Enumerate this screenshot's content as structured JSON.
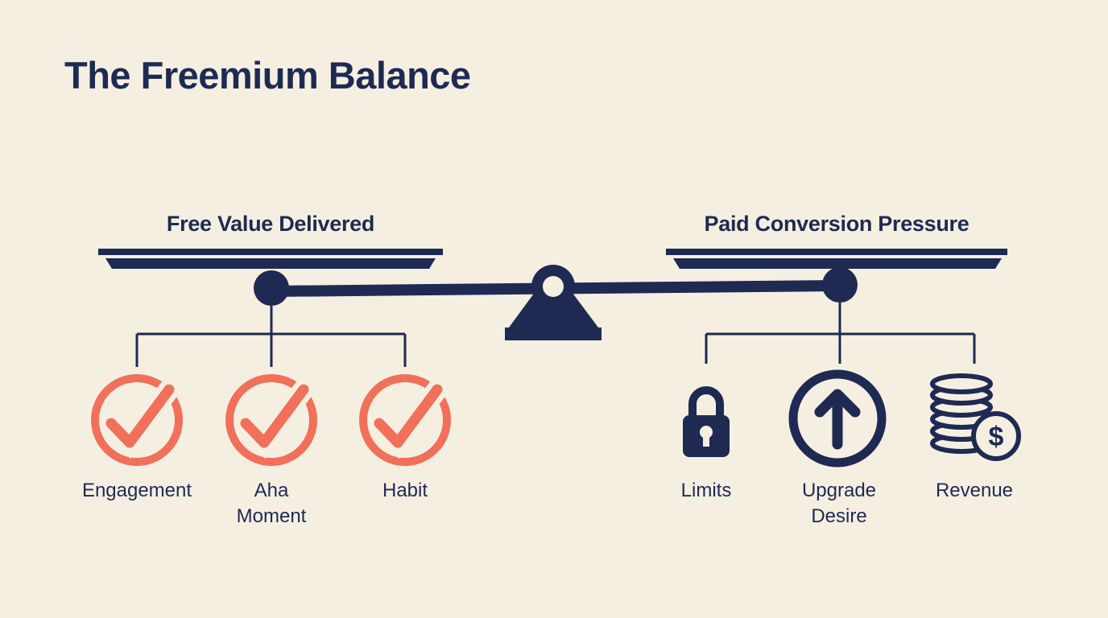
{
  "title": "The Freemium Balance",
  "left": {
    "label": "Free Value Delivered",
    "items": [
      {
        "label": "Engagement",
        "icon": "check-circle-icon"
      },
      {
        "label": "Aha Moment",
        "icon": "check-circle-icon"
      },
      {
        "label": "Habit",
        "icon": "check-circle-icon"
      }
    ]
  },
  "right": {
    "label": "Paid Conversion Pressure",
    "items": [
      {
        "label": "Limits",
        "icon": "lock-icon"
      },
      {
        "label": "Upgrade Desire",
        "icon": "arrow-up-circle-icon"
      },
      {
        "label": "Revenue",
        "icon": "coin-stack-dollar-icon"
      }
    ]
  },
  "icons": {
    "revenue_currency_symbol": "$"
  },
  "colors": {
    "background": "#f5efe2",
    "navy": "#1e2a52",
    "coral": "#f1705a"
  }
}
